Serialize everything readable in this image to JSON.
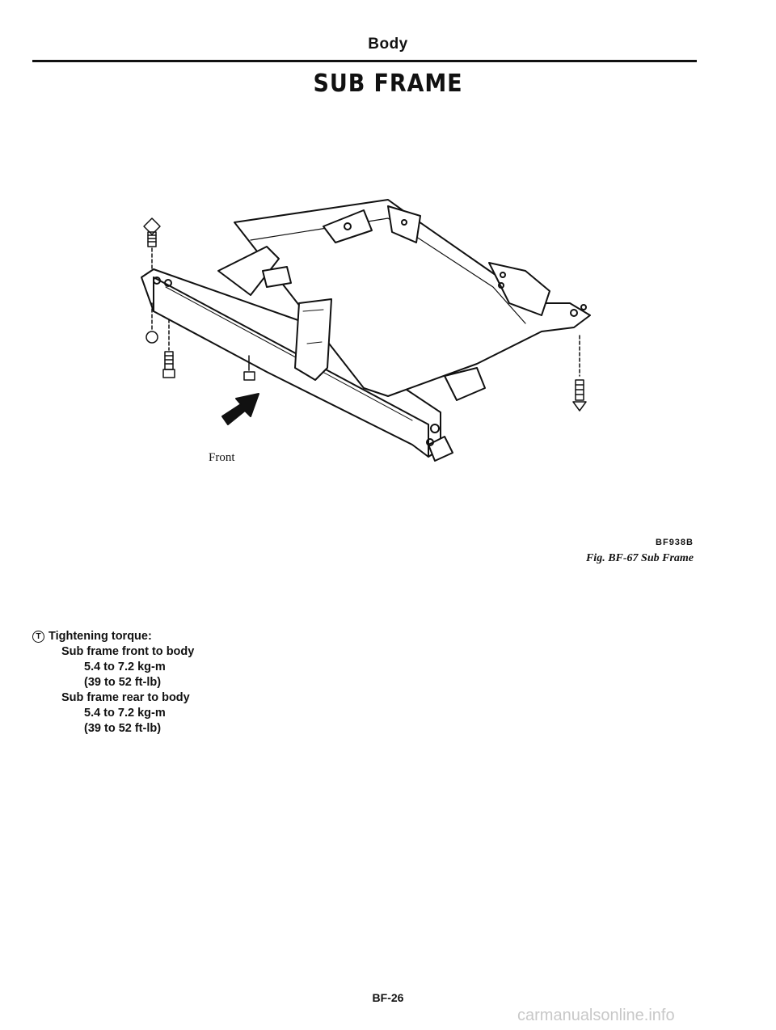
{
  "header": {
    "section": "Body"
  },
  "title": "SUB FRAME",
  "figure": {
    "front_label": "Front",
    "code": "BF938B",
    "caption": "Fig. BF-67 Sub Frame"
  },
  "torque": {
    "icon_glyph": "T",
    "heading": "Tightening torque:",
    "items": [
      {
        "label": "Sub frame front to body",
        "metric": "5.4 to 7.2 kg-m",
        "imperial": "(39 to 52 ft-lb)"
      },
      {
        "label": "Sub frame rear to body",
        "metric": "5.4 to 7.2 kg-m",
        "imperial": "(39 to 52 ft-lb)"
      }
    ]
  },
  "footer": {
    "page_number": "BF-26"
  },
  "watermark": "carmanualsonline.info"
}
